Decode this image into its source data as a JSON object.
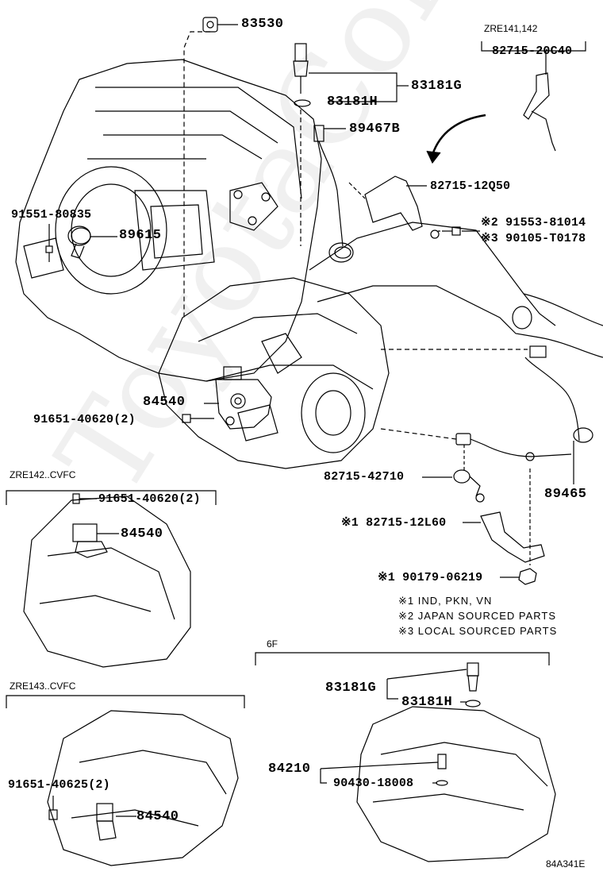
{
  "watermark": "ToyotaCorolla.ru",
  "diagram_code": "84A341E",
  "sections": {
    "zre141_142": "ZRE141,142",
    "zre142_cvfc": "ZRE142..CVFC",
    "zre143_cvfc": "ZRE143..CVFC",
    "six_f": "6F"
  },
  "parts": {
    "p83530": "83530",
    "p83181g": "83181G",
    "p83181h": "83181H",
    "p89467b": "89467B",
    "p82715_20c40": "82715-20C40",
    "p82715_12q50": "82715-12Q50",
    "p91553": "※2 91553-81014",
    "p90105": "※3 90105-T0178",
    "p91551": "91551-80835",
    "p89615": "89615",
    "p84540_main": "84540",
    "p91651_main": "91651-40620(2)",
    "p82715_42710": "82715-42710",
    "p89465": "89465",
    "p82715_12l60": "※1 82715-12L60",
    "p90179": "※1 90179-06219",
    "p91651_zre142": "91651-40620(2)",
    "p84540_zre142": "84540",
    "p83181g_6f": "83181G",
    "p83181h_6f": "83181H",
    "p84210": "84210",
    "p90430": "90430-18008",
    "p91651_zre143": "91651-40625(2)",
    "p84540_zre143": "84540"
  },
  "notes": [
    "※1 IND, PKN, VN",
    "※2 JAPAN SOURCED PARTS",
    "※3 LOCAL SOURCED PARTS"
  ]
}
